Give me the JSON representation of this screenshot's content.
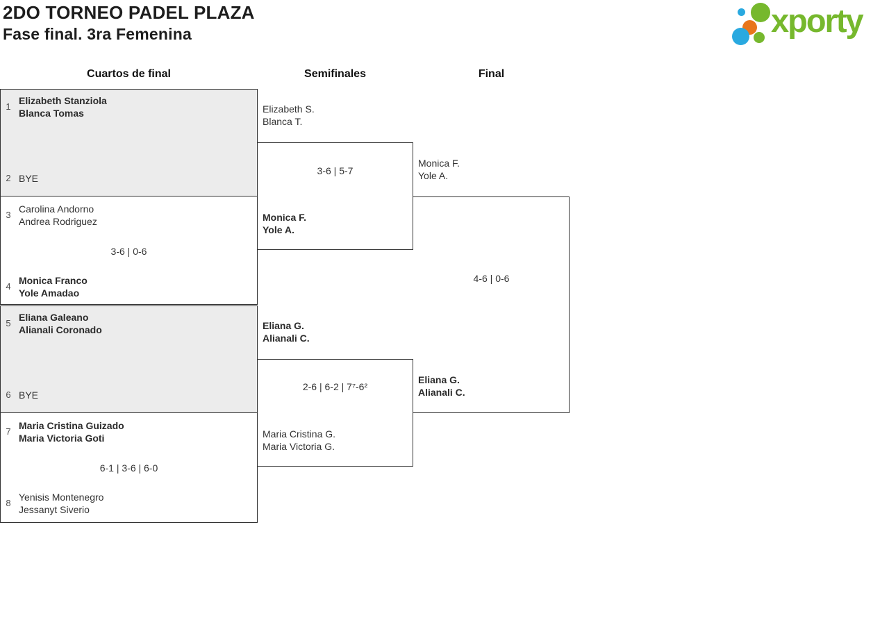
{
  "header": {
    "title_line1": "2DO TORNEO PADEL PLAZA",
    "title_line2": "Fase final. 3ra Femenina"
  },
  "logo": {
    "brand": "xporty",
    "colors": {
      "green": "#76b82d",
      "blue": "#29a9e0",
      "orange": "#e8761b"
    }
  },
  "columns": [
    "Cuartos de final",
    "Semifinales",
    "Final"
  ],
  "bracket": {
    "quarterfinals": [
      {
        "top": {
          "seed": "1",
          "line1": "Elizabeth Stanziola",
          "line2": "Blanca Tomas",
          "winner": true
        },
        "bottom": {
          "seed": "2",
          "line1": "BYE",
          "winner": false
        },
        "score": ""
      },
      {
        "top": {
          "seed": "3",
          "line1": "Carolina Andorno",
          "line2": "Andrea Rodriguez",
          "winner": false
        },
        "bottom": {
          "seed": "4",
          "line1": "Monica Franco",
          "line2": "Yole Amadao",
          "winner": true
        },
        "score": "3-6 | 0-6"
      },
      {
        "top": {
          "seed": "5",
          "line1": "Eliana Galeano",
          "line2": "Alianali Coronado",
          "winner": true
        },
        "bottom": {
          "seed": "6",
          "line1": "BYE",
          "winner": false
        },
        "score": ""
      },
      {
        "top": {
          "seed": "7",
          "line1": "Maria Cristina Guizado",
          "line2": "Maria Victoria Goti",
          "winner": true
        },
        "bottom": {
          "seed": "8",
          "line1": "Yenisis Montenegro",
          "line2": "Jessanyt Siverio",
          "winner": false
        },
        "score": "6-1 | 3-6 | 6-0"
      }
    ],
    "semifinals": [
      {
        "top": {
          "line1": "Elizabeth S.",
          "line2": "Blanca T.",
          "winner": false
        },
        "bottom": {
          "line1": "Monica F.",
          "line2": "Yole A.",
          "winner": true
        },
        "score": "3-6 | 5-7"
      },
      {
        "top": {
          "line1": "Eliana G.",
          "line2": "Alianali C.",
          "winner": true
        },
        "bottom": {
          "line1": "Maria Cristina G.",
          "line2": "Maria Victoria G.",
          "winner": false
        },
        "score": "2-6 | 6-2 | 7⁷-6²"
      }
    ],
    "final": {
      "top": {
        "line1": "Monica F.",
        "line2": "Yole A.",
        "winner": false
      },
      "bottom": {
        "line1": "Eliana G.",
        "line2": "Alianali C.",
        "winner": true
      },
      "score": "4-6 | 0-6"
    }
  }
}
